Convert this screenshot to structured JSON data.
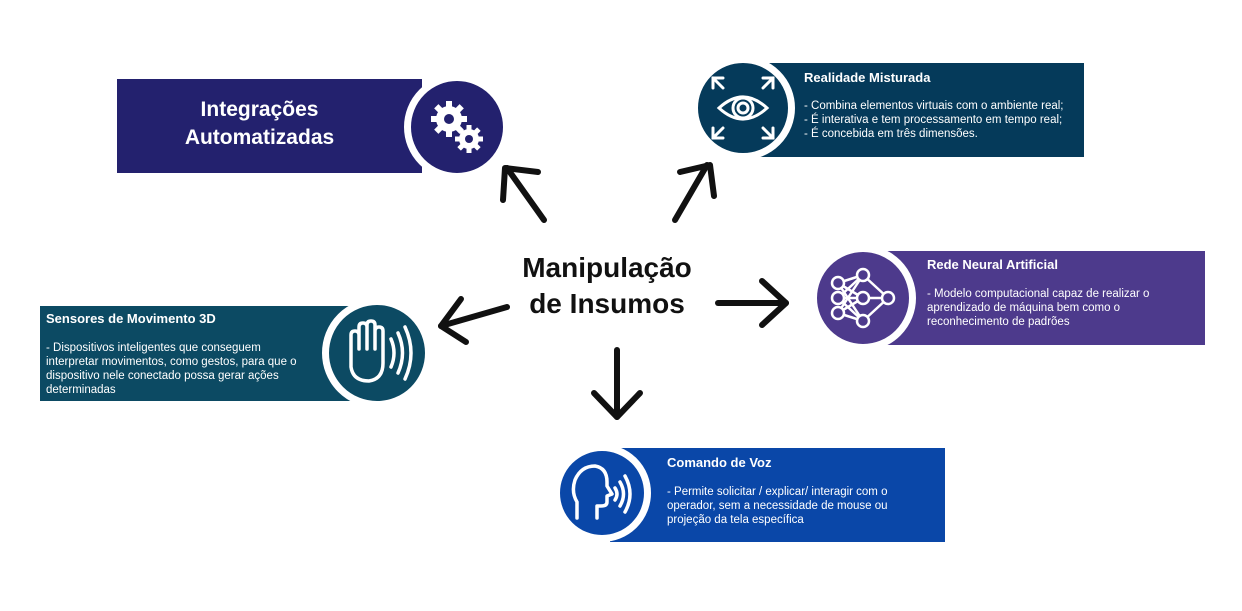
{
  "center": {
    "title_line1": "Manipulação",
    "title_line2": "de Insumos"
  },
  "nodes": {
    "integracoes": {
      "title_line1": "Integrações",
      "title_line2": "Automatizadas",
      "icon": "gears-icon",
      "color": "#23216E"
    },
    "realidade": {
      "title": "Realidade Misturada",
      "lines": [
        "- Combina elementos virtuais com o ambiente real;",
        "- É interativa e tem processamento em tempo real;",
        "- É concebida em três dimensões."
      ],
      "icon": "eye-icon",
      "color": "#053A5A"
    },
    "rede": {
      "title": "Rede Neural Artificial",
      "lines": [
        "- Modelo computacional capaz de realizar o",
        "aprendizado de máquina bem como o",
        "reconhecimento de padrões"
      ],
      "icon": "neural-network-icon",
      "color": "#4D3A8C"
    },
    "sensores": {
      "title": "Sensores de Movimento 3D",
      "lines": [
        "- Dispositivos inteligentes que conseguem",
        "interpretar movimentos, como gestos, para que o",
        "dispositivo nele conectado possa gerar ações",
        "determinadas"
      ],
      "icon": "hand-wave-icon",
      "color": "#0C4A63"
    },
    "voz": {
      "title": "Comando de Voz",
      "lines": [
        "- Permite solicitar / explicar/ interagir com o",
        "operador, sem a necessidade de mouse ou",
        "projeção da tela específica"
      ],
      "icon": "speaking-head-icon",
      "color": "#0A47A8"
    }
  }
}
